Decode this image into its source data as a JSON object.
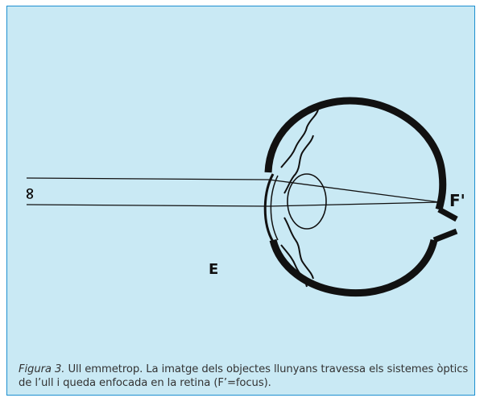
{
  "figure": {
    "background_color": "#c9e9f4",
    "border_color": "#1d8fd0",
    "labels": {
      "infinity": "∞",
      "focus": "F'",
      "eye": "E"
    },
    "caption": {
      "label": "Figura 3.",
      "text": "Ull emmetrop. La imatge dels objectes llunyans travessa els sistemes òptics de l’ull i queda enfocada en la retina (F’=focus)."
    }
  }
}
